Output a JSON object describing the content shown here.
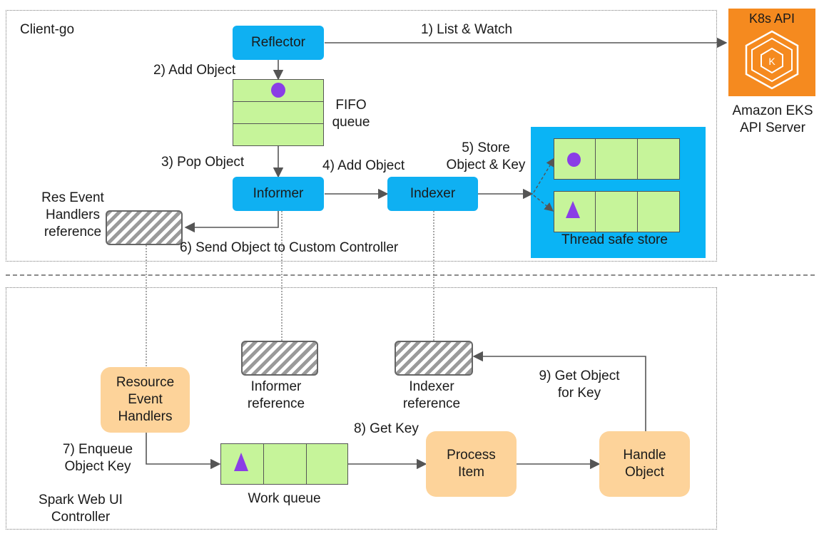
{
  "client_region": {
    "label": "Client-go"
  },
  "controller_region": {
    "label_line1": "Spark Web UI",
    "label_line2": "Controller"
  },
  "nodes": {
    "reflector": "Reflector",
    "informer": "Informer",
    "indexer": "Indexer",
    "fifo_line1": "FIFO",
    "fifo_line2": "queue",
    "store_label": "Thread safe store",
    "res_handlers_ref_line1": "Res Event",
    "res_handlers_ref_line2": "Handlers",
    "res_handlers_ref_line3": "reference",
    "resource_event_handlers_line1": "Resource",
    "resource_event_handlers_line2": "Event",
    "resource_event_handlers_line3": "Handlers",
    "informer_ref_line1": "Informer",
    "informer_ref_line2": "reference",
    "indexer_ref_line1": "Indexer",
    "indexer_ref_line2": "reference",
    "work_queue": "Work queue",
    "process_item_line1": "Process",
    "process_item_line2": "Item",
    "handle_object_line1": "Handle",
    "handle_object_line2": "Object"
  },
  "api": {
    "badge": "K8s API",
    "logo_letter": "K",
    "name_line1": "Amazon EKS",
    "name_line2": "API Server"
  },
  "steps": {
    "s1": "1) List & Watch",
    "s2": "2) Add Object",
    "s3": "3) Pop Object",
    "s4": "4) Add Object",
    "s5_line1": "5) Store",
    "s5_line2": "Object & Key",
    "s6": "6) Send Object to Custom Controller",
    "s7_line1": "7) Enqueue",
    "s7_line2": "Object Key",
    "s8": "8) Get Key",
    "s9_line1": "9) Get Object",
    "s9_line2": "for Key"
  },
  "colors": {
    "component_blue": "#0fb0f2",
    "handler_orange": "#fdd39a",
    "queue_green": "#c6f49a",
    "store_blue": "#0ab4f5",
    "item_purple": "#8a3ee6",
    "aws_orange": "#f58a1f"
  }
}
